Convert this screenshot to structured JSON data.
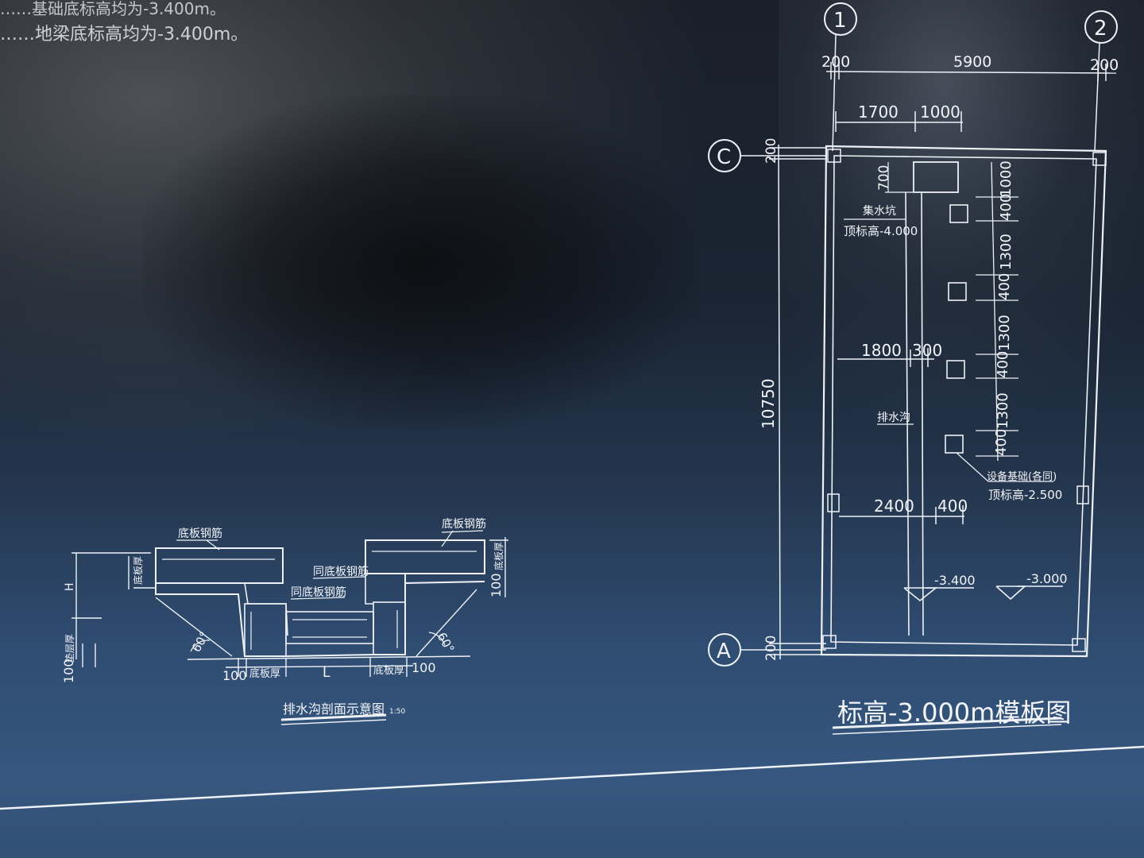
{
  "notes": {
    "line1": "……基础底标高均为-3.400m。",
    "line2": "……地梁底标高均为-3.400m。"
  },
  "plan": {
    "title": "标高-3.000m模板图",
    "axes": {
      "col1": "1",
      "col2": "2",
      "rowC": "C",
      "rowA": "A"
    },
    "dims_top": [
      "200",
      "5900",
      "200"
    ],
    "dims_sub": [
      "1700",
      "1000"
    ],
    "dims_left": [
      "200",
      "10750",
      "200"
    ],
    "dims_right": [
      "1000",
      "400",
      "1300",
      "400",
      "1300",
      "400",
      "1300",
      "400"
    ],
    "dims_mid1": [
      "1800",
      "300"
    ],
    "dims_mid2": [
      "2400",
      "400"
    ],
    "dim_700": "700",
    "sump_label": "集水坑",
    "sump_elev": "顶标高-4.000",
    "trench_label": "排水沟",
    "equip_label": "设备基础(各同)",
    "equip_elev": "顶标高-2.500",
    "elev1": "-3.400",
    "elev2": "-3.000"
  },
  "section": {
    "title": "排水沟剖面示意图",
    "scale": "1:50",
    "label_top_left": "底板钢筋",
    "label_top_right": "底板钢筋",
    "label_same1": "同底板钢筋",
    "label_same2": "同底板钢筋",
    "label_thick_left": "底板厚",
    "label_thick_right": "底板厚",
    "label_H": "H",
    "label_100_left": "100",
    "label_pad": "垫层厚",
    "dims_bottom": [
      "100",
      "底板厚",
      "L",
      "底板厚",
      "100"
    ],
    "dim_100_right": "100",
    "angle_left": "60°",
    "angle_right": "60°"
  }
}
